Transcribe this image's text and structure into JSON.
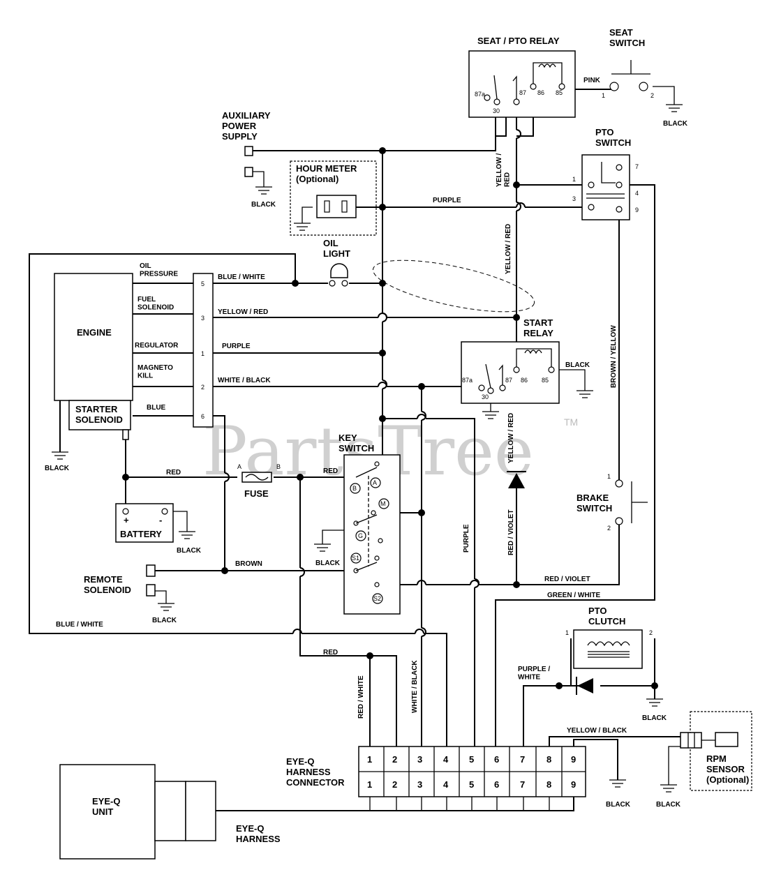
{
  "components": {
    "seat_pto_relay": {
      "title": "SEAT / PTO RELAY",
      "pins": [
        "87a",
        "30",
        "87",
        "86",
        "85"
      ]
    },
    "seat_switch": {
      "title": "SEAT\nSWITCH",
      "pins": [
        "1",
        "2"
      ]
    },
    "aux_power": {
      "title": "AUXILIARY\nPOWER\nSUPPLY"
    },
    "hour_meter": {
      "title": "HOUR METER\n(Optional)"
    },
    "pto_switch": {
      "title": "PTO\nSWITCH",
      "pins": [
        "1",
        "3",
        "4",
        "7",
        "9"
      ]
    },
    "oil_light": {
      "title": "OIL\nLIGHT"
    },
    "engine": {
      "title": "ENGINE"
    },
    "starter_solenoid": {
      "title": "STARTER\nSOLENOID"
    },
    "start_relay": {
      "title": "START\nRELAY",
      "pins": [
        "87a",
        "30",
        "87",
        "86",
        "85"
      ]
    },
    "key_switch": {
      "title": "KEY\nSWITCH",
      "terminals": [
        "B",
        "A",
        "M",
        "G",
        "S1",
        "S2"
      ]
    },
    "fuse": {
      "title": "FUSE",
      "a": "A",
      "b": "B"
    },
    "battery": {
      "title": "BATTERY",
      "plus": "+",
      "minus": "-"
    },
    "brake_switch": {
      "title": "BRAKE\nSWITCH",
      "pins": [
        "1",
        "2"
      ]
    },
    "remote_solenoid": {
      "title": "REMOTE\nSOLENOID"
    },
    "pto_clutch": {
      "title": "PTO\nCLUTCH",
      "pins": [
        "1",
        "2"
      ]
    },
    "eyeq_connector": {
      "title": "EYE-Q\nHARNESS\nCONNECTOR",
      "pins": [
        "1",
        "2",
        "3",
        "4",
        "5",
        "6",
        "7",
        "8",
        "9"
      ]
    },
    "eyeq_unit": {
      "title": "EYE-Q\nUNIT"
    },
    "eyeq_harness": {
      "title": "EYE-Q\nHARNESS"
    },
    "rpm_sensor": {
      "title": "RPM\nSENSOR\n(Optional)"
    }
  },
  "engine_terminals": [
    {
      "label": "OIL\nPRESSURE",
      "pin": "5",
      "wire": "BLUE / WHITE"
    },
    {
      "label": "FUEL\nSOLENOID",
      "pin": "3",
      "wire": "YELLOW / RED"
    },
    {
      "label": "REGULATOR",
      "pin": "1",
      "wire": "PURPLE"
    },
    {
      "label": "MAGNETO\nKILL",
      "pin": "2",
      "wire": "WHITE / BLACK"
    },
    {
      "label": "BLUE",
      "pin": "6",
      "wire": ""
    }
  ],
  "wires": {
    "pink": "PINK",
    "purple": "PURPLE",
    "yellow_red": "YELLOW /\nRED",
    "yellow_red_long": "YELLOW / RED",
    "brown_yellow": "BROWN / YELLOW",
    "red": "RED",
    "brown": "BROWN",
    "blue_white": "BLUE / WHITE",
    "red_violet": "RED / VIOLET",
    "green_white": "GREEN / WHITE",
    "red_white": "RED / WHITE",
    "white_black": "WHITE / BLACK",
    "purple_white": "PURPLE /\nWHITE",
    "yellow_black": "YELLOW / BLACK",
    "black": "BLACK"
  },
  "watermark": {
    "text": "PartsTree",
    "mark": "TM"
  }
}
